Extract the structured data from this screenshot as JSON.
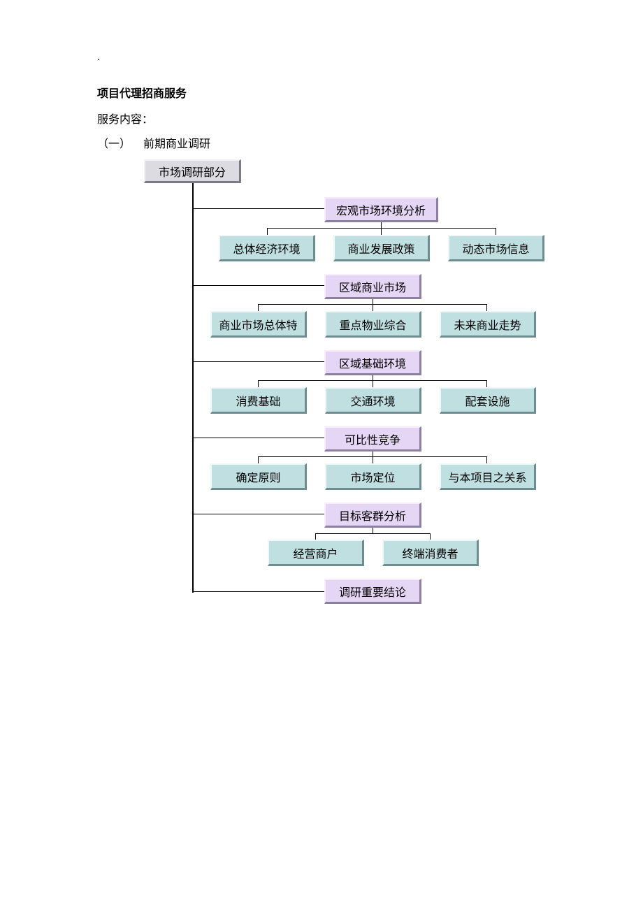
{
  "header": {
    "dot": ".",
    "title": "项目代理招商服务",
    "subtitle": "服务内容：",
    "section_number": "（一）",
    "section_title": "前期商业调研"
  },
  "diagram": {
    "root": "市场调研部分",
    "groups": [
      {
        "label": "宏观市场环境分析",
        "children": [
          "总体经济环境",
          "商业发展政策",
          "动态市场信息"
        ]
      },
      {
        "label": "区域商业市场",
        "children": [
          "商业市场总体特",
          "重点物业综合",
          "未来商业走势"
        ]
      },
      {
        "label": "区域基础环境",
        "children": [
          "消费基础",
          "交通环境",
          "配套设施"
        ]
      },
      {
        "label": "可比性竞争",
        "children": [
          "确定原则",
          "市场定位",
          "与本项目之关系"
        ]
      },
      {
        "label": "目标客群分析",
        "children": [
          "经营商户",
          "终端消费者"
        ]
      },
      {
        "label": "调研重要结论",
        "children": []
      }
    ]
  }
}
